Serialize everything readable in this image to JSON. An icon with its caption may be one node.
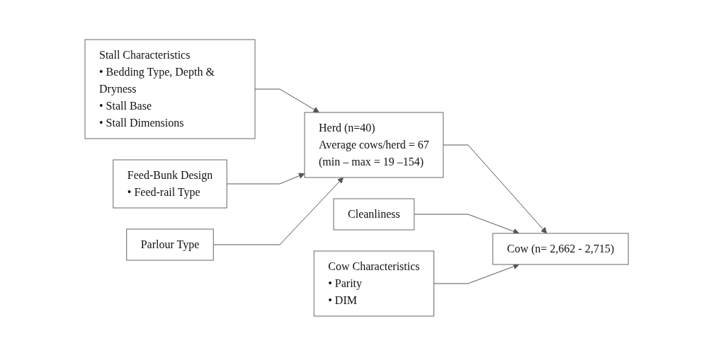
{
  "diagram": {
    "nodes": [
      {
        "text": [
          "Stall Characteristics",
          "• Bedding Type, Depth & Dryness",
          "• Stall Base",
          "• Stall Dimensions"
        ]
      },
      {
        "text": [
          "Herd (n=40)",
          "Average cows/herd = 67",
          "(min – max = 19 –154)"
        ]
      },
      {
        "text": [
          "Feed-Bunk Design",
          "• Feed-rail Type"
        ]
      },
      {
        "text": [
          "Parlour Type"
        ]
      },
      {
        "text": [
          "Cleanliness"
        ]
      },
      {
        "text": [
          "Cow Characteristics",
          "• Parity",
          "• DIM"
        ]
      },
      {
        "text": [
          "Cow (n= 2,662 - 2,715)"
        ]
      }
    ],
    "edges": [
      {
        "from": 0,
        "to": 1,
        "arrow": "to"
      },
      {
        "from": 2,
        "to": 1,
        "arrow": "to"
      },
      {
        "from": 3,
        "to": 1,
        "arrow": "to"
      },
      {
        "from": 1,
        "to": 6,
        "arrow": "to"
      },
      {
        "from": 4,
        "to": 6,
        "arrow": "to"
      },
      {
        "from": 5,
        "to": 6,
        "arrow": "to"
      }
    ]
  }
}
